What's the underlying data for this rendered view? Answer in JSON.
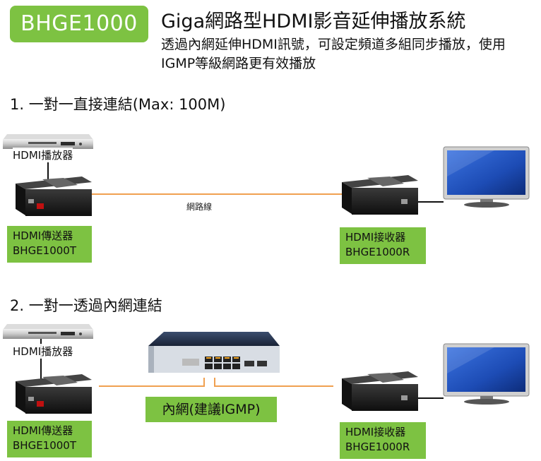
{
  "badge": "BHGE1000",
  "title": "Giga網路型HDMI影音延伸播放系統",
  "description": "透過內網延伸HDMI訊號，可設定頻道多組同步播放，使用IGMP等級網路更有效播放",
  "section1": {
    "heading": "1. 一對一直接連結(Max: 100M)",
    "player_label": "HDMI播放器",
    "cable_label": "網路線",
    "transmitter": {
      "line1": "HDMI傳送器",
      "line2": "BHGE1000T"
    },
    "receiver": {
      "line1": "HDMI接收器",
      "line2": "BHGE1000R"
    }
  },
  "section2": {
    "heading": "2. 一對一透過內網連結",
    "player_label": "HDMI播放器",
    "network_label": "內網(建議IGMP)",
    "transmitter": {
      "line1": "HDMI傳送器",
      "line2": "BHGE1000T"
    },
    "receiver": {
      "line1": "HDMI接收器",
      "line2": "BHGE1000R"
    }
  },
  "colors": {
    "accent_green": "#7dc242",
    "cable_orange": "#f0a050",
    "device_dark": "#1e1e1e",
    "tv_screen": "#1f4fb8"
  }
}
